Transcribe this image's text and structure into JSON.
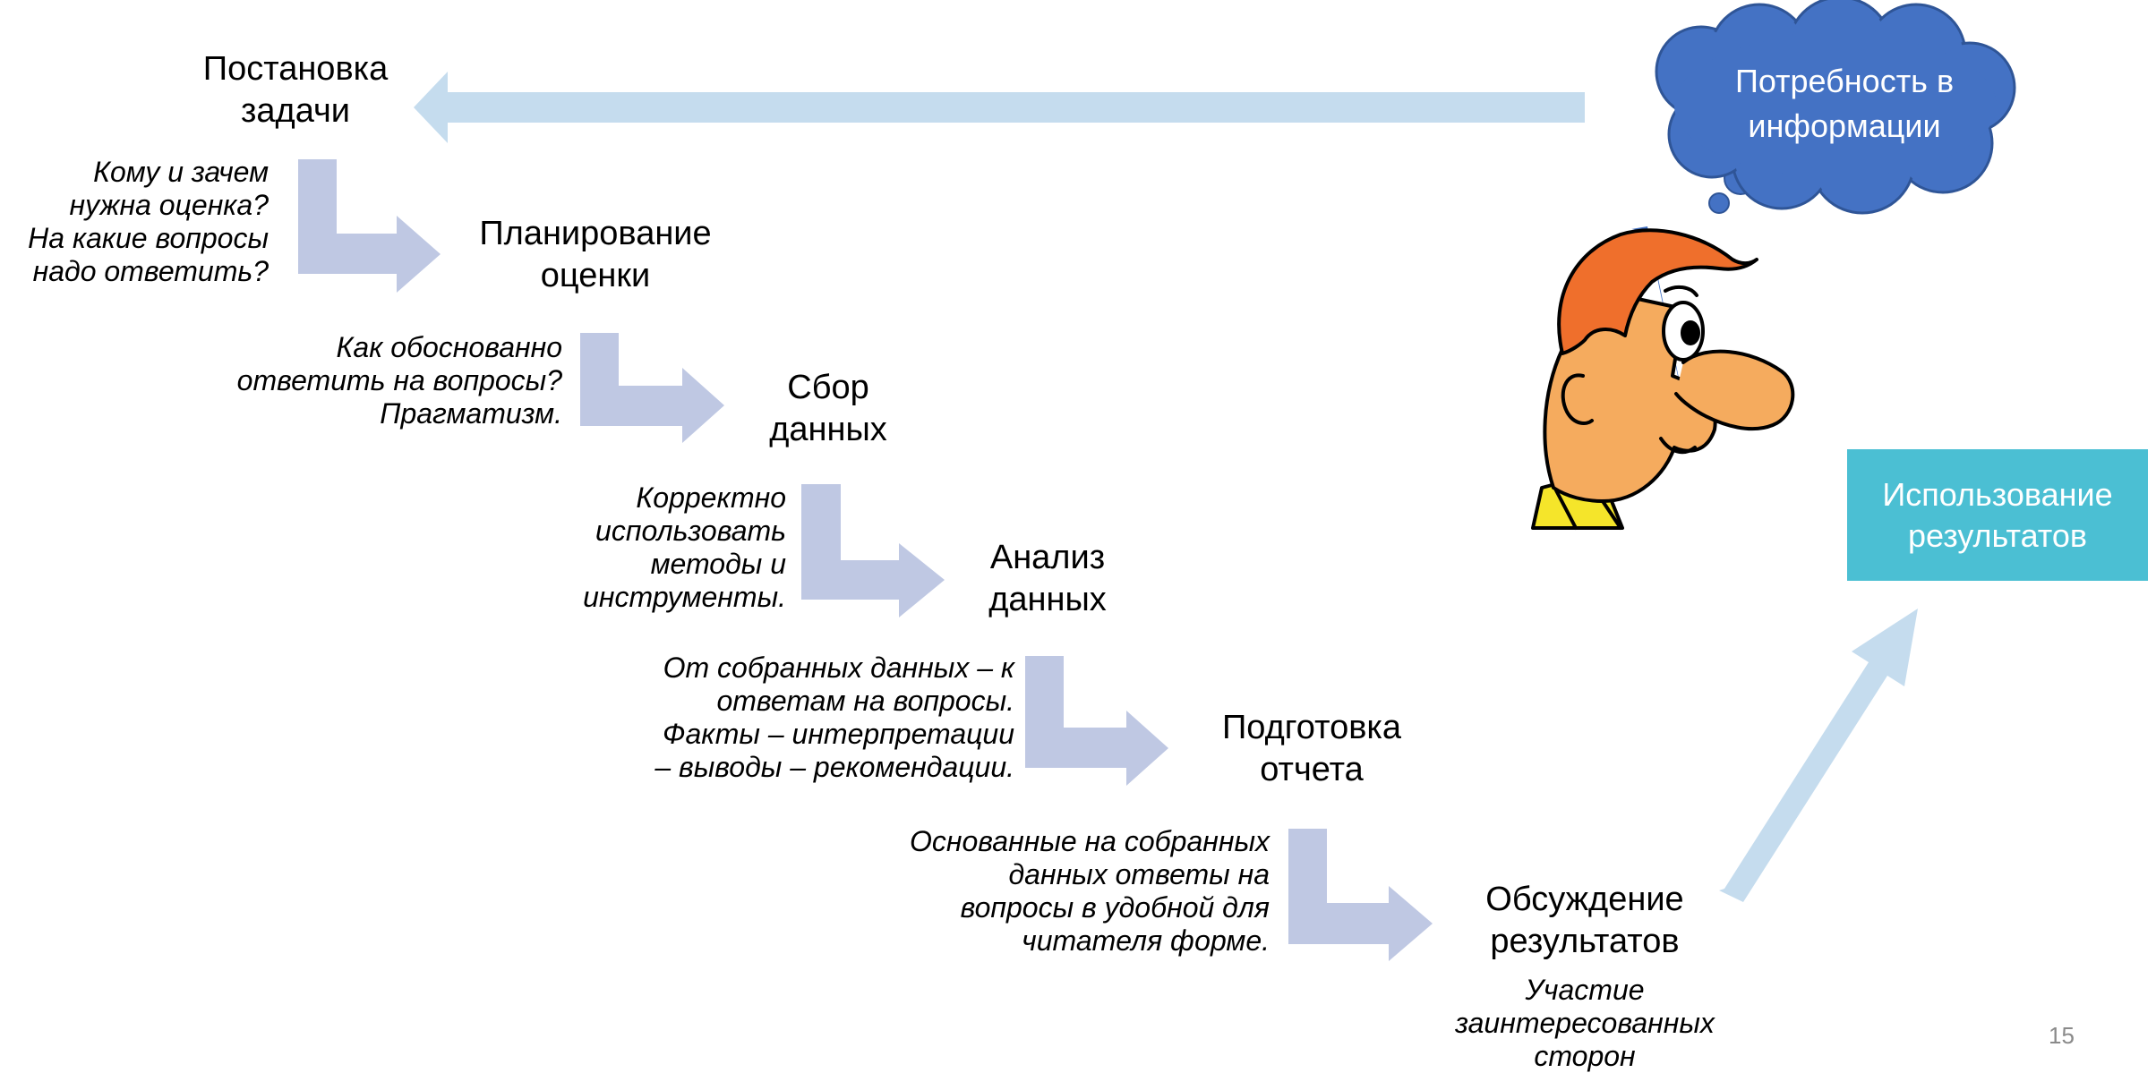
{
  "cloud": {
    "line1": "Потребность в",
    "line2": "информации"
  },
  "result": {
    "line1": "Использование",
    "line2": "результатов"
  },
  "stages": [
    {
      "line1": "Постановка",
      "line2": "задачи"
    },
    {
      "line1": "Планирование",
      "line2": "оценки"
    },
    {
      "line1": "Сбор",
      "line2": "данных"
    },
    {
      "line1": "Анализ",
      "line2": "данных"
    },
    {
      "line1": "Подготовка",
      "line2": "отчета"
    },
    {
      "line1": "Обсуждение",
      "line2": "результатов"
    }
  ],
  "notes": [
    {
      "lines": [
        "Кому и зачем",
        "нужна оценка?",
        "На какие вопросы",
        "надо ответить?"
      ]
    },
    {
      "lines": [
        "Как обоснованно",
        "ответить на вопросы?",
        "Прагматизм."
      ]
    },
    {
      "lines": [
        "Корректно",
        "использовать",
        "методы и",
        "инструменты."
      ]
    },
    {
      "lines": [
        "От собранных данных – к",
        "ответам на вопросы.",
        "Факты – интерпретации",
        "– выводы – рекомендации."
      ]
    },
    {
      "lines": [
        "Основанные на собранных",
        "данных ответы на",
        "вопросы в удобной для",
        "читателя форме."
      ]
    },
    {
      "lines": [
        "Участие",
        "заинтересованных",
        "сторон"
      ]
    }
  ],
  "page_number": "15",
  "colors": {
    "step_arrow": "#bfc8e3",
    "flow_arrow": "#c5dcee",
    "cloud_fill": "#4472c4",
    "cloud_stroke": "#2f5597",
    "down_arrow": "#4472c4",
    "results_box": "#4bbfd3"
  },
  "illustration": {
    "name": "cartoon-man-thinking"
  }
}
